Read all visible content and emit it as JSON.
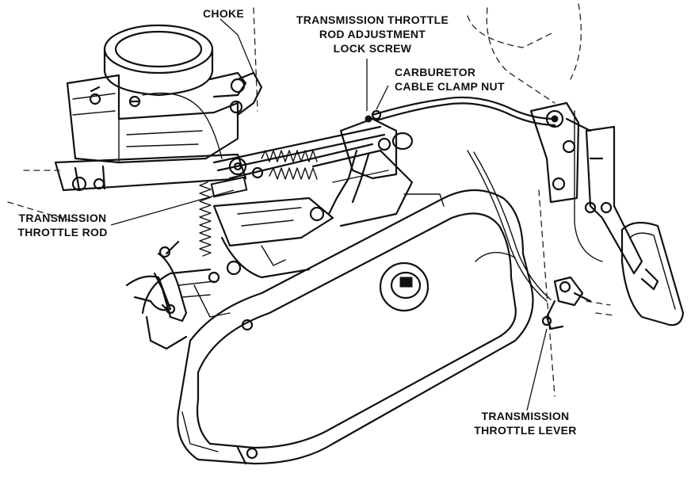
{
  "diagram": {
    "labels": {
      "choke": [
        "CHOKE"
      ],
      "adjustment_lock_screw": [
        "TRANSMISSION THROTTLE",
        "ROD ADJUSTMENT",
        "LOCK SCREW"
      ],
      "cable_clamp_nut": [
        "CARBURETOR",
        "CABLE CLAMP NUT"
      ],
      "throttle_rod": [
        "TRANSMISSION",
        "THROTTLE ROD"
      ],
      "throttle_lever": [
        "TRANSMISSION",
        "THROTTLE LEVER"
      ]
    },
    "colors": {
      "ink": "#111111",
      "paper": "#ffffff"
    }
  }
}
